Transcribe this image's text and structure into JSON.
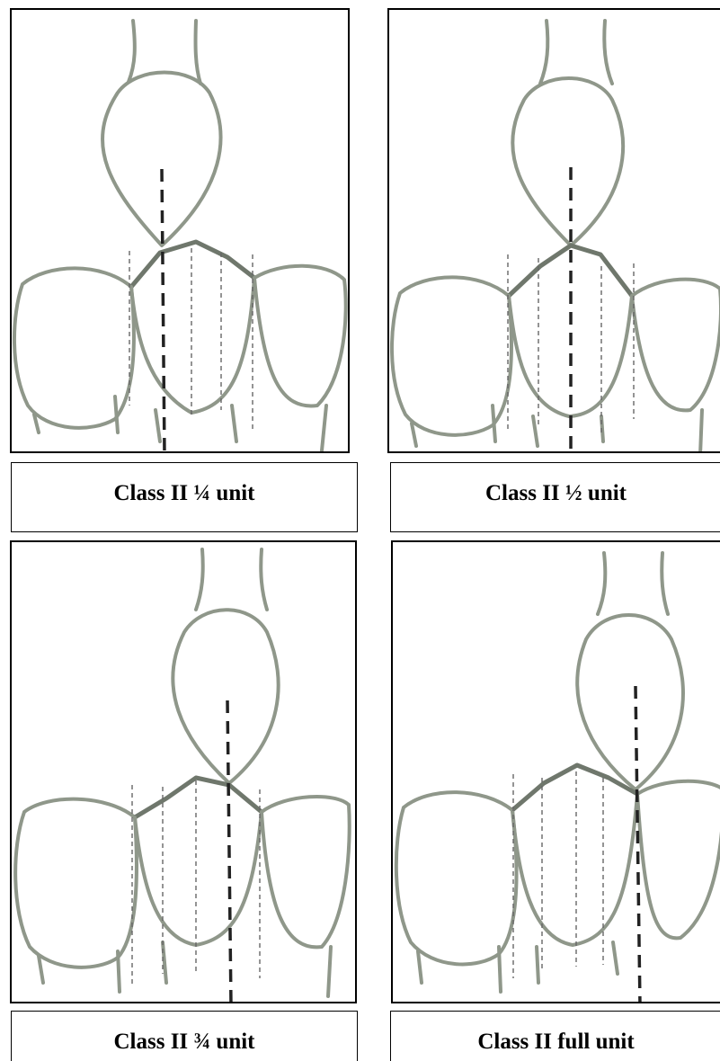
{
  "panels": [
    {
      "caption": "Class II ¼ unit"
    },
    {
      "caption": "Class II ½ unit"
    },
    {
      "caption": "Class II ¾ unit"
    },
    {
      "caption": "Class II full unit"
    }
  ]
}
